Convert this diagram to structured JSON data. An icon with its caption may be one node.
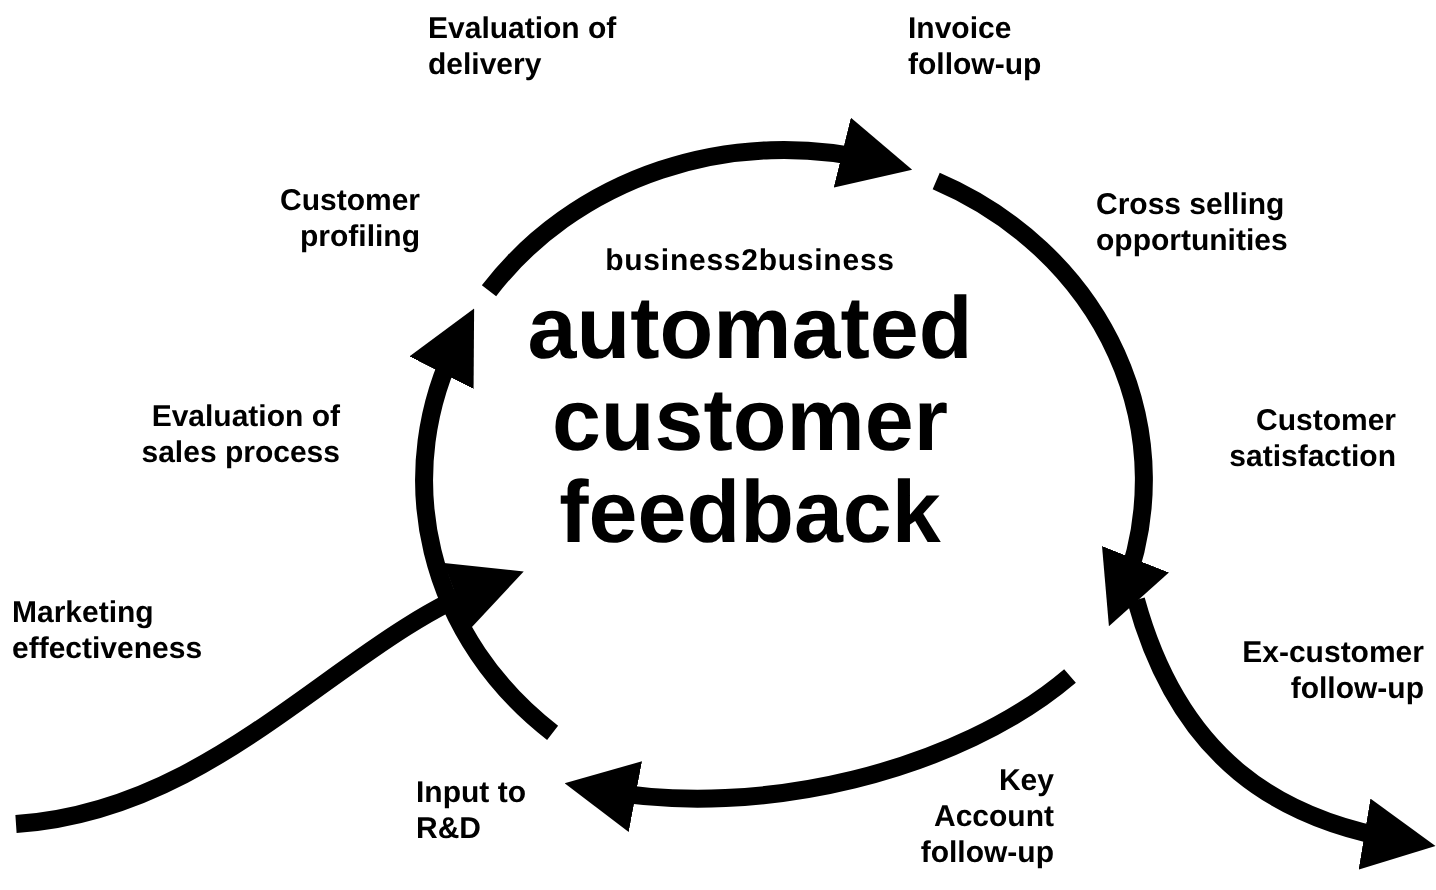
{
  "diagram": {
    "title": "automated customer feedback",
    "labels": [
      "Evaluation of delivery",
      "Invoice follow-up",
      "Customer profiling",
      "business2business",
      "Cross selling opportunities",
      "Evaluation of sales process",
      "Customer satisfaction",
      "Marketing effectiveness",
      "Ex-customer follow-up",
      "Input to R&D",
      "Key Account follow-up"
    ]
  }
}
